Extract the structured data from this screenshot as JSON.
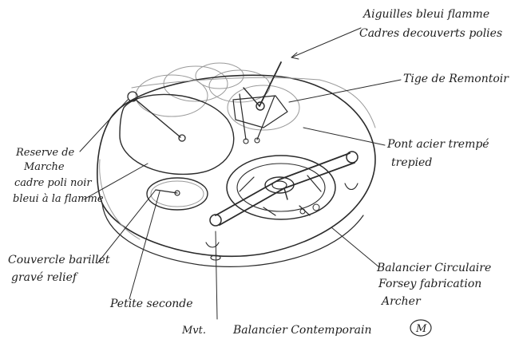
{
  "labels": {
    "aiguilles_line1": "Aiguilles bleui flamme",
    "aiguilles_line2": "Cadres decouverts polies",
    "tige": "Tige de Remontoir",
    "pont_line1": "Pont acier trempé",
    "pont_line2": "trepied",
    "reserve_line1": "Reserve de",
    "reserve_line2": "Marche",
    "reserve_line3": "cadre poli noir",
    "reserve_line4": "bleui à la flamme",
    "couvercle_line1": "Couvercle barillet",
    "couvercle_line2": "gravé relief",
    "petite_seconde": "Petite seconde",
    "balancier_line1": "Balancier Circulaire",
    "balancier_line2": "Forsey fabrication",
    "balancier_line3": "Archer",
    "signature_prefix": "Mvt.",
    "signature_title": "Balancier Contemporain",
    "badge": "M"
  },
  "colors": {
    "ink": "#2b2b2b",
    "faint_ink": "#9a9a9a",
    "paper": "#ffffff"
  }
}
